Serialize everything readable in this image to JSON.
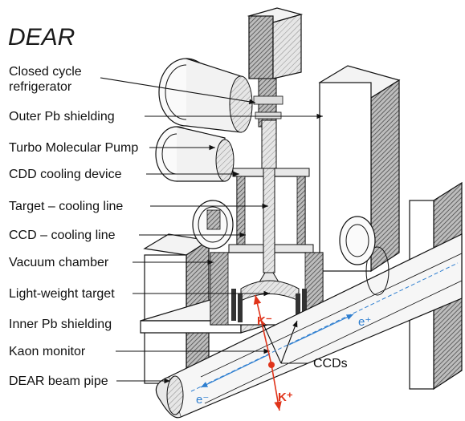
{
  "title": "DEAR",
  "labels": {
    "refrigerator_line1": "Closed cycle",
    "refrigerator_line2": "refrigerator",
    "outer_pb": "Outer Pb shielding",
    "turbo_pump": "Turbo Molecular Pump",
    "cdd_cooling": "CDD cooling device",
    "target_cooling": "Target – cooling line",
    "ccd_cooling": "CCD – cooling line",
    "vacuum_chamber": "Vacuum chamber",
    "light_target": "Light-weight target",
    "inner_pb": "Inner Pb shielding",
    "kaon_monitor": "Kaon monitor",
    "beam_pipe": "DEAR beam pipe",
    "ccds": "CCDs"
  },
  "particles": {
    "kminus": "K⁻",
    "kplus": "K⁺",
    "eplus": "e⁺",
    "eminus": "e⁻"
  },
  "colors": {
    "line": "#111111",
    "hatch": "#5a5a5a",
    "kaon": "#e0341a",
    "beam": "#2f7fd0"
  }
}
